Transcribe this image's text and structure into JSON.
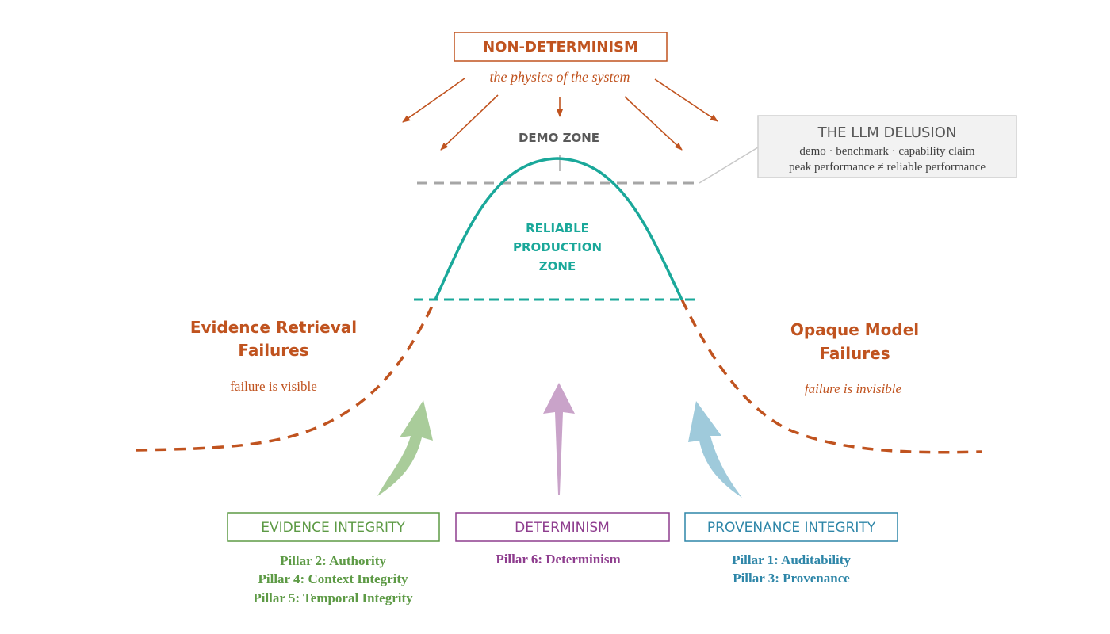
{
  "top": {
    "title": "NON-DETERMINISM",
    "subtitle": "the physics of the system"
  },
  "demo_zone_label": "DEMO ZONE",
  "delusion": {
    "title": "THE LLM DELUSION",
    "line1": "demo · benchmark · capability claim",
    "line2": "peak performance ≠ reliable performance"
  },
  "production_zone": {
    "line1": "RELIABLE",
    "line2": "PRODUCTION",
    "line3": "ZONE"
  },
  "left_failure": {
    "line1": "Evidence Retrieval",
    "line2": "Failures",
    "note": "failure is visible"
  },
  "right_failure": {
    "line1": "Opaque Model",
    "line2": "Failures",
    "note": "failure is invisible"
  },
  "pillars": {
    "evidence": {
      "title": "EVIDENCE INTEGRITY",
      "items": [
        "Pillar 2: Authority",
        "Pillar 4: Context Integrity",
        "Pillar 5: Temporal Integrity"
      ]
    },
    "determinism": {
      "title": "DETERMINISM",
      "items": [
        "Pillar 6: Determinism"
      ]
    },
    "provenance": {
      "title": "PROVENANCE INTEGRITY",
      "items": [
        "Pillar 1: Auditability",
        "Pillar 3: Provenance"
      ]
    }
  },
  "colors": {
    "rust": "#c0531f",
    "teal": "#1aa89a",
    "gray": "#a6a6a6",
    "green": "#5d9a45",
    "purple": "#8e3d8e",
    "blue": "#2e86a8",
    "green_arrow": "#a9cc9a",
    "purple_arrow": "#c9a3c9",
    "blue_arrow": "#9fcadb"
  }
}
